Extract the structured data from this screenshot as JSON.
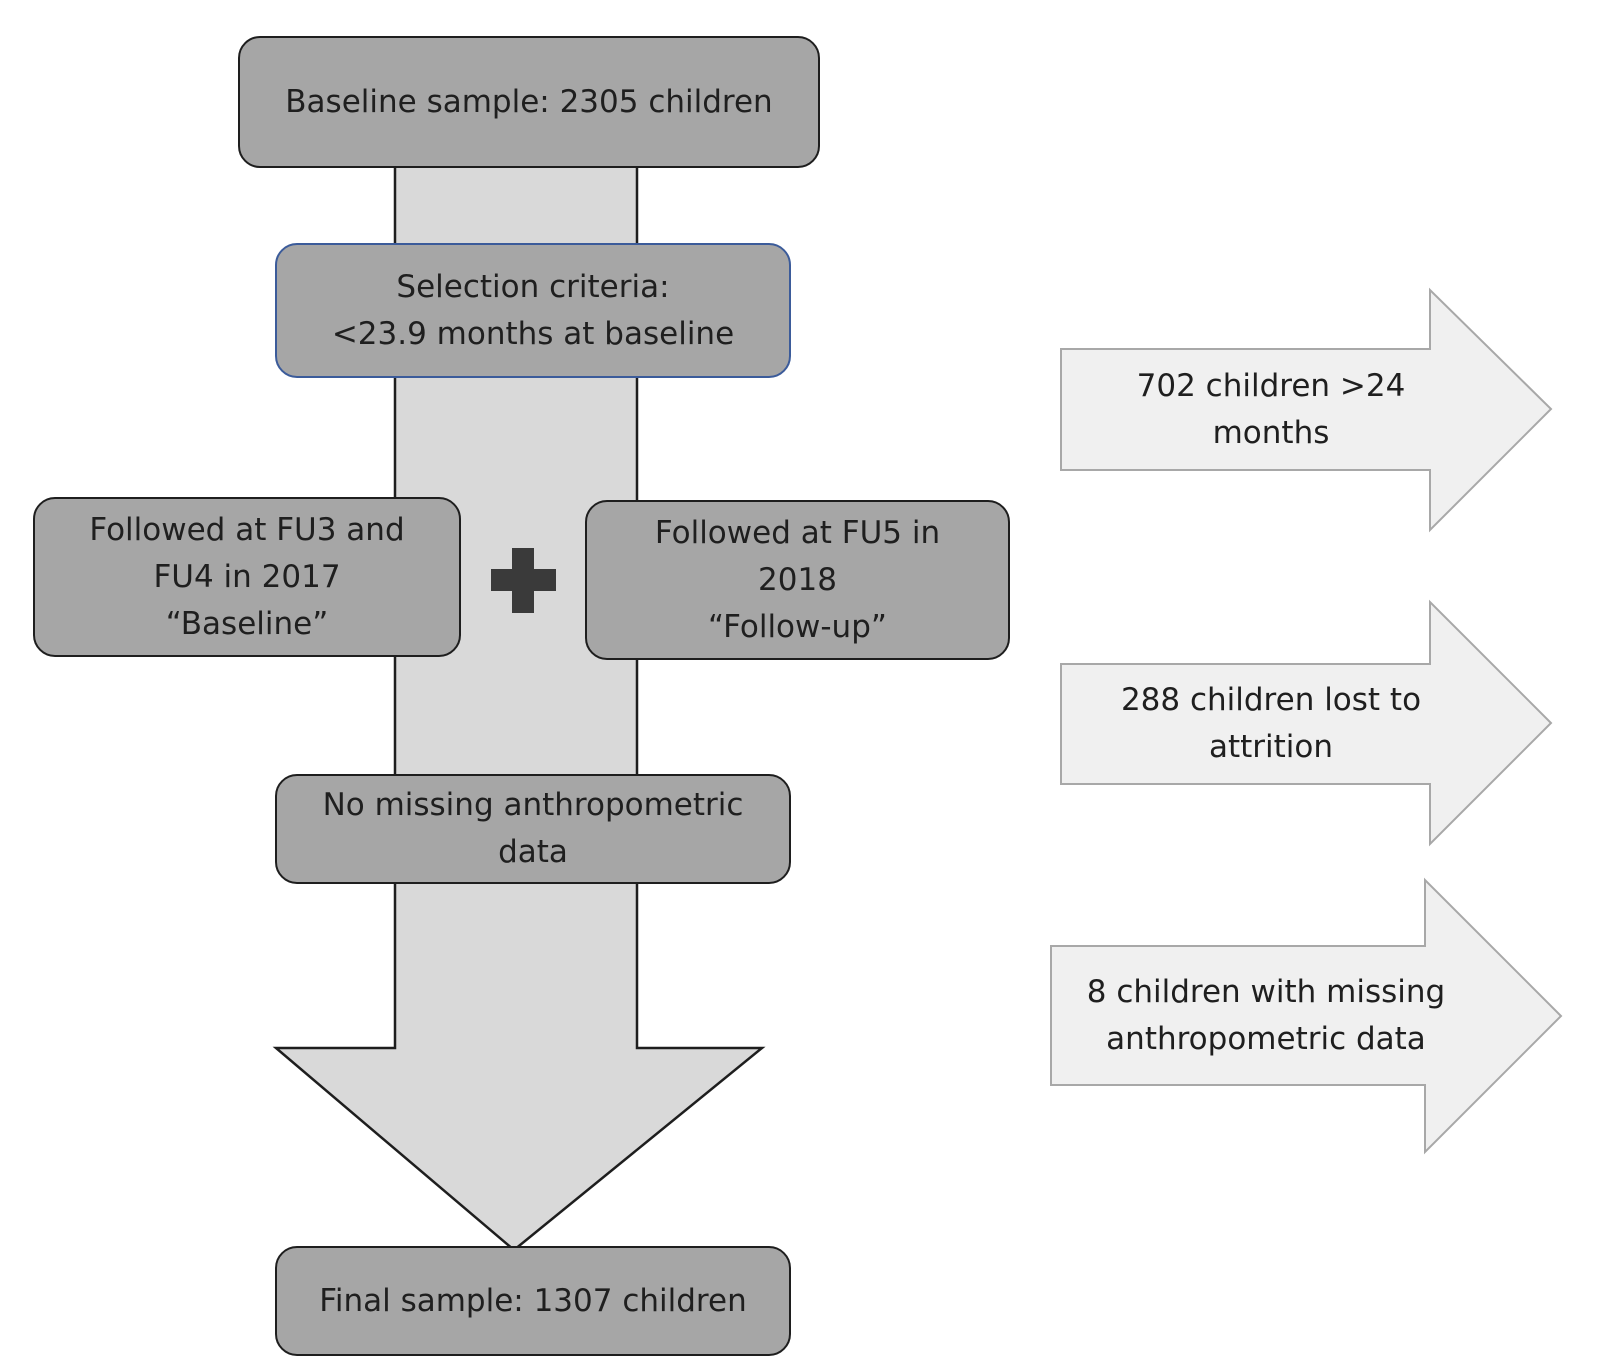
{
  "colors": {
    "box_fill": "#a6a6a6",
    "box_border": "#1e1e1e",
    "selection_border": "#3b5b9a",
    "main_arrow_fill": "#d9d9d9",
    "side_arrow_fill": "#f0f0f0",
    "side_arrow_border": "#a8a8a8",
    "plus": "#3a3a3a"
  },
  "boxes": {
    "baseline": {
      "lines": [
        "Baseline sample: 2305 children"
      ]
    },
    "selection": {
      "lines": [
        "Selection criteria:",
        "<23.9 months at baseline"
      ]
    },
    "followed_fu3": {
      "lines": [
        "Followed at FU3 and",
        "FU4 in 2017",
        "“Baseline”"
      ]
    },
    "followed_fu5": {
      "lines": [
        "Followed at FU5 in",
        "2018",
        "“Follow-up”"
      ]
    },
    "no_missing": {
      "lines": [
        "No missing anthropometric",
        "data"
      ]
    },
    "final": {
      "lines": [
        "Final sample: 1307 children"
      ]
    }
  },
  "connector_icon": "plus-icon",
  "exclusions": [
    {
      "lines": [
        "702 children >24",
        "months"
      ]
    },
    {
      "lines": [
        "288 children lost to",
        "attrition"
      ]
    },
    {
      "lines": [
        "8 children with missing",
        "anthropometric data"
      ]
    }
  ]
}
